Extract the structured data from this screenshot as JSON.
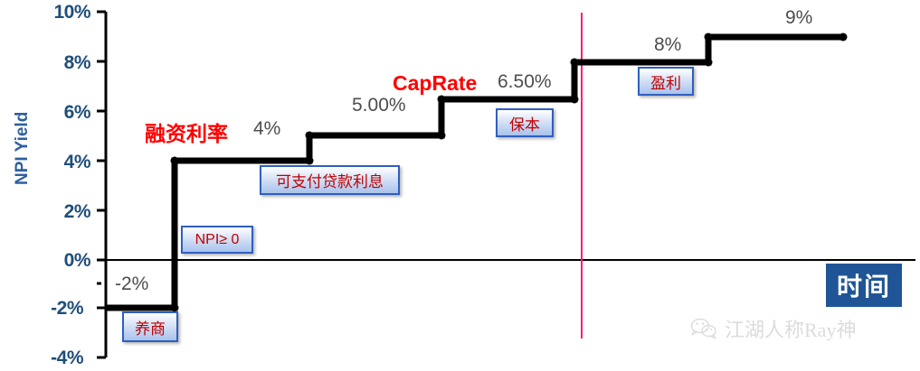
{
  "chart_data": {
    "type": "line",
    "title": "",
    "xlabel": "时间",
    "ylabel": "NPI Yield",
    "ylim": [
      -4,
      10
    ],
    "grid": false,
    "legend": "none",
    "yticks": [
      "10%",
      "8%",
      "6%",
      "4%",
      "2%",
      "0%",
      "-2%",
      "-4%"
    ],
    "ytick_values": [
      10,
      8,
      6,
      4,
      2,
      0,
      -2,
      -4
    ],
    "step_series": {
      "name": "NPI Yield step path",
      "values": [
        -2,
        4,
        5,
        6.5,
        8,
        9
      ],
      "value_labels": [
        "-2%",
        "4%",
        "5.00%",
        "6.50%",
        "8%",
        "9%"
      ]
    },
    "annotations": [
      {
        "text": "融资利率",
        "type": "red-label",
        "style": "serif-bold",
        "near_value": "4%"
      },
      {
        "text": "CapRate",
        "type": "red-label",
        "style": "sans-bold",
        "near_value": "6.50%"
      }
    ],
    "callouts": [
      {
        "text": "养商",
        "at_value": "-2%"
      },
      {
        "text": "NPI≥ 0",
        "at_value": "4%"
      },
      {
        "text": "可支付贷款利息",
        "at_value": "4%"
      },
      {
        "text": "保本",
        "at_value": "6.50%"
      },
      {
        "text": "盈利",
        "at_value": "8%"
      }
    ],
    "divider": {
      "type": "vertical-line",
      "color": "#FF1A75"
    },
    "zero_line": {
      "value": 0,
      "color": "#000000"
    }
  },
  "axis": {
    "y_title": "NPI Yield",
    "ticks": [
      "10%",
      "8%",
      "6%",
      "4%",
      "2%",
      "0%",
      "-2%",
      "-4%"
    ]
  },
  "values": {
    "v_neg2": "-2%",
    "v_4": "4%",
    "v_5": "5.00%",
    "v_650": "6.50%",
    "v_8": "8%",
    "v_9": "9%"
  },
  "labels": {
    "financing_rate": "融资利率",
    "cap_rate": "CapRate"
  },
  "callouts": {
    "nurture": "养商",
    "npi_nonneg": "NPI≥ 0",
    "pay_interest": "可支付贷款利息",
    "breakeven": "保本",
    "profit": "盈利"
  },
  "time_box": {
    "label": "时间"
  },
  "watermark": {
    "text": "江湖人称Ray神",
    "icon": "wechat-icon"
  },
  "colors": {
    "axis_blue": "#1F4E79",
    "axis_title_blue": "#2E5F9E",
    "value_gray": "#4D4D4D",
    "label_red": "#FF0000",
    "callout_red": "#C00000",
    "callout_border": "#2F5FBF",
    "divider_pink": "#FF1A75",
    "time_box_navy": "#1F5596",
    "line_black": "#000000"
  }
}
